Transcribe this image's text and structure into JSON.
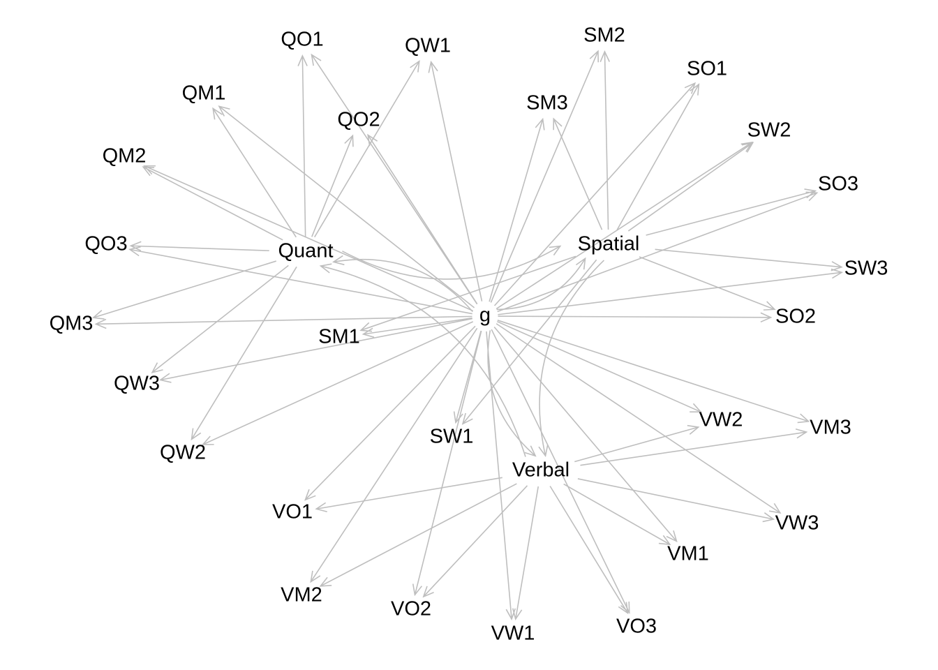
{
  "diagram": {
    "type": "path-diagram",
    "edge_color": "#bebebe",
    "label_color": "#000000",
    "background": "#ffffff",
    "latent_nodes": [
      "g",
      "Quant",
      "Spatial",
      "Verbal"
    ],
    "nodes": [
      {
        "id": "g",
        "label": "g"
      },
      {
        "id": "Quant",
        "label": "Quant"
      },
      {
        "id": "Spatial",
        "label": "Spatial"
      },
      {
        "id": "Verbal",
        "label": "Verbal"
      },
      {
        "id": "QO1",
        "label": "QO1"
      },
      {
        "id": "QW1",
        "label": "QW1"
      },
      {
        "id": "QM1",
        "label": "QM1"
      },
      {
        "id": "QO2",
        "label": "QO2"
      },
      {
        "id": "QM2",
        "label": "QM2"
      },
      {
        "id": "QO3",
        "label": "QO3"
      },
      {
        "id": "QM3",
        "label": "QM3"
      },
      {
        "id": "QW3",
        "label": "QW3"
      },
      {
        "id": "QW2",
        "label": "QW2"
      },
      {
        "id": "SM1",
        "label": "SM1"
      },
      {
        "id": "SM2",
        "label": "SM2"
      },
      {
        "id": "SM3",
        "label": "SM3"
      },
      {
        "id": "SO1",
        "label": "SO1"
      },
      {
        "id": "SW2",
        "label": "SW2"
      },
      {
        "id": "SO3",
        "label": "SO3"
      },
      {
        "id": "SW3",
        "label": "SW3"
      },
      {
        "id": "SO2",
        "label": "SO2"
      },
      {
        "id": "SW1",
        "label": "SW1"
      },
      {
        "id": "VW2",
        "label": "VW2"
      },
      {
        "id": "VM3",
        "label": "VM3"
      },
      {
        "id": "VW3",
        "label": "VW3"
      },
      {
        "id": "VM1",
        "label": "VM1"
      },
      {
        "id": "VO3",
        "label": "VO3"
      },
      {
        "id": "VW1",
        "label": "VW1"
      },
      {
        "id": "VO2",
        "label": "VO2"
      },
      {
        "id": "VM2",
        "label": "VM2"
      },
      {
        "id": "VO1",
        "label": "VO1"
      }
    ],
    "edges": [
      {
        "from": "g",
        "to": "Quant",
        "curved": true
      },
      {
        "from": "g",
        "to": "Spatial",
        "curved": true
      },
      {
        "from": "g",
        "to": "Verbal",
        "curved": true
      },
      {
        "from": "Quant",
        "to": "Spatial",
        "curved": true
      },
      {
        "from": "Spatial",
        "to": "Verbal",
        "curved": true
      },
      {
        "from": "Verbal",
        "to": "Quant",
        "curved": true
      },
      {
        "from": "Quant",
        "to": "QO1"
      },
      {
        "from": "Quant",
        "to": "QW1"
      },
      {
        "from": "Quant",
        "to": "QM1"
      },
      {
        "from": "Quant",
        "to": "QO2"
      },
      {
        "from": "Quant",
        "to": "QM2"
      },
      {
        "from": "Quant",
        "to": "QO3"
      },
      {
        "from": "Quant",
        "to": "QM3"
      },
      {
        "from": "Quant",
        "to": "QW3"
      },
      {
        "from": "Quant",
        "to": "QW2"
      },
      {
        "from": "Spatial",
        "to": "SM1"
      },
      {
        "from": "Spatial",
        "to": "SM2"
      },
      {
        "from": "Spatial",
        "to": "SM3"
      },
      {
        "from": "Spatial",
        "to": "SO1"
      },
      {
        "from": "Spatial",
        "to": "SW2"
      },
      {
        "from": "Spatial",
        "to": "SO3"
      },
      {
        "from": "Spatial",
        "to": "SW3"
      },
      {
        "from": "Spatial",
        "to": "SO2"
      },
      {
        "from": "Spatial",
        "to": "SW1"
      },
      {
        "from": "Verbal",
        "to": "VW2"
      },
      {
        "from": "Verbal",
        "to": "VM3"
      },
      {
        "from": "Verbal",
        "to": "VW3"
      },
      {
        "from": "Verbal",
        "to": "VM1"
      },
      {
        "from": "Verbal",
        "to": "VO3"
      },
      {
        "from": "Verbal",
        "to": "VW1"
      },
      {
        "from": "Verbal",
        "to": "VO2"
      },
      {
        "from": "Verbal",
        "to": "VM2"
      },
      {
        "from": "Verbal",
        "to": "VO1"
      },
      {
        "from": "g",
        "to": "QO1"
      },
      {
        "from": "g",
        "to": "QW1"
      },
      {
        "from": "g",
        "to": "QM1"
      },
      {
        "from": "g",
        "to": "QO2"
      },
      {
        "from": "g",
        "to": "QM2"
      },
      {
        "from": "g",
        "to": "QO3"
      },
      {
        "from": "g",
        "to": "QM3"
      },
      {
        "from": "g",
        "to": "QW3"
      },
      {
        "from": "g",
        "to": "QW2"
      },
      {
        "from": "g",
        "to": "SM1"
      },
      {
        "from": "g",
        "to": "SM2"
      },
      {
        "from": "g",
        "to": "SM3"
      },
      {
        "from": "g",
        "to": "SO1"
      },
      {
        "from": "g",
        "to": "SW2"
      },
      {
        "from": "g",
        "to": "SO3"
      },
      {
        "from": "g",
        "to": "SW3"
      },
      {
        "from": "g",
        "to": "SO2"
      },
      {
        "from": "g",
        "to": "SW1"
      },
      {
        "from": "g",
        "to": "VW2"
      },
      {
        "from": "g",
        "to": "VM3"
      },
      {
        "from": "g",
        "to": "VW3"
      },
      {
        "from": "g",
        "to": "VM1"
      },
      {
        "from": "g",
        "to": "VO3"
      },
      {
        "from": "g",
        "to": "VW1"
      },
      {
        "from": "g",
        "to": "VO2"
      },
      {
        "from": "g",
        "to": "VM2"
      },
      {
        "from": "g",
        "to": "VO1"
      }
    ]
  }
}
